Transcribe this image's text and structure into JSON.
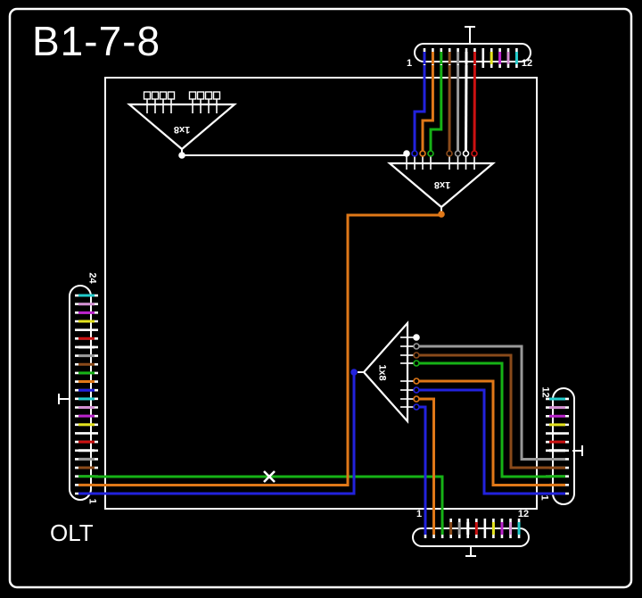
{
  "app": {
    "title": "B1-7-8"
  },
  "labels": {
    "olt": "OLT",
    "fault_marker": "×"
  },
  "palette": {
    "blue": "#2222dd",
    "orange": "#e07818",
    "green": "#16b216",
    "brown": "#8a4a1a",
    "slate": "#999999",
    "white": "#ffffff",
    "red": "#cc1111",
    "black": "#000000",
    "yellow": "#e3e31e",
    "violet": "#bb22cc",
    "rose": "#d38fd3",
    "aqua": "#22cccc",
    "line_white": "#ffffff"
  },
  "fiber_sequence": [
    "blue",
    "orange",
    "green",
    "brown",
    "slate",
    "white",
    "red",
    "black",
    "yellow",
    "violet",
    "rose",
    "aqua"
  ],
  "connectors": {
    "top": {
      "ports": 12,
      "label_first": "1",
      "label_last": "12"
    },
    "bottom": {
      "ports": 12,
      "label_first": "1",
      "label_last": "12"
    },
    "olt_left": {
      "ports": 24,
      "label_first": "1",
      "label_last": "24"
    },
    "right": {
      "ports": 12,
      "label_first": "1",
      "label_last": "12"
    }
  },
  "splitters": {
    "top_left": {
      "label": "1x8"
    },
    "top_right": {
      "label": "1x8"
    },
    "middle": {
      "label": "1x8"
    }
  }
}
